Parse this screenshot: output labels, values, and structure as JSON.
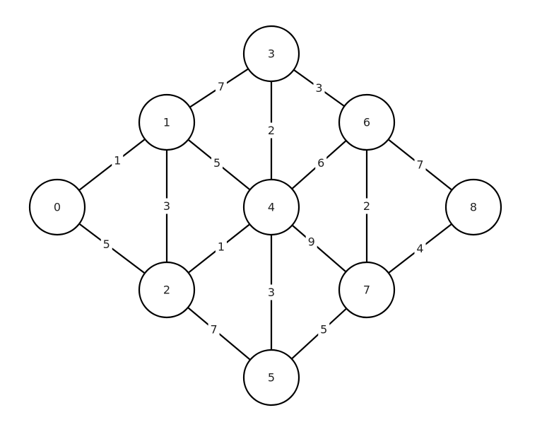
{
  "graph": {
    "line_color": "#000000",
    "node_fill": "#ffffff",
    "nodes": [
      {
        "id": "0",
        "label": "0"
      },
      {
        "id": "1",
        "label": "1"
      },
      {
        "id": "2",
        "label": "2"
      },
      {
        "id": "3",
        "label": "3"
      },
      {
        "id": "4",
        "label": "4"
      },
      {
        "id": "5",
        "label": "5"
      },
      {
        "id": "6",
        "label": "6"
      },
      {
        "id": "7",
        "label": "7"
      },
      {
        "id": "8",
        "label": "8"
      }
    ],
    "edges": [
      {
        "from": "0",
        "to": "1",
        "weight": "1"
      },
      {
        "from": "0",
        "to": "2",
        "weight": "5"
      },
      {
        "from": "1",
        "to": "2",
        "weight": "3"
      },
      {
        "from": "1",
        "to": "3",
        "weight": "7"
      },
      {
        "from": "1",
        "to": "4",
        "weight": "5"
      },
      {
        "from": "2",
        "to": "4",
        "weight": "1"
      },
      {
        "from": "2",
        "to": "5",
        "weight": "7"
      },
      {
        "from": "3",
        "to": "4",
        "weight": "2"
      },
      {
        "from": "3",
        "to": "6",
        "weight": "3"
      },
      {
        "from": "4",
        "to": "5",
        "weight": "3"
      },
      {
        "from": "4",
        "to": "6",
        "weight": "6"
      },
      {
        "from": "4",
        "to": "7",
        "weight": "9"
      },
      {
        "from": "5",
        "to": "7",
        "weight": "5"
      },
      {
        "from": "6",
        "to": "7",
        "weight": "2"
      },
      {
        "from": "6",
        "to": "8",
        "weight": "7"
      },
      {
        "from": "7",
        "to": "8",
        "weight": "4"
      }
    ]
  }
}
